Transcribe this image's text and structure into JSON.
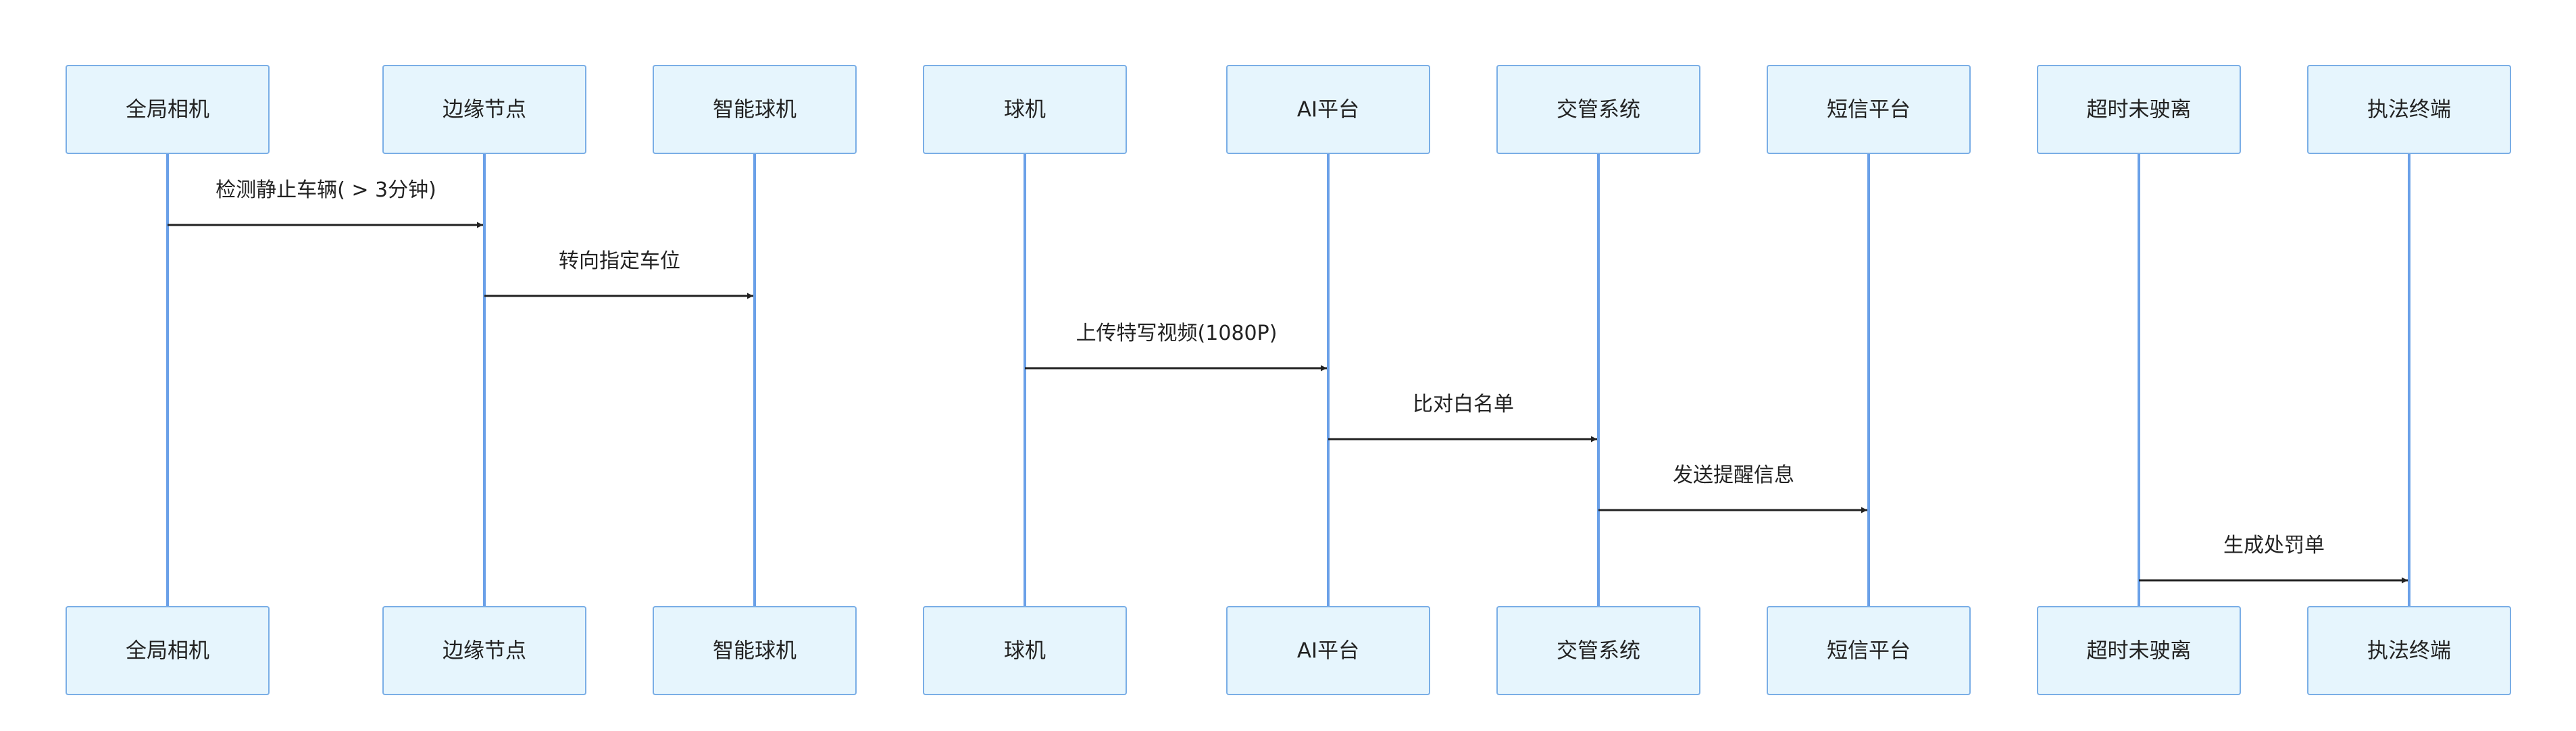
{
  "participants": [
    {
      "id": "global-camera",
      "label": "全局相机"
    },
    {
      "id": "edge-node",
      "label": "边缘节点"
    },
    {
      "id": "smart-dome-camera",
      "label": "智能球机"
    },
    {
      "id": "dome-camera",
      "label": "球机"
    },
    {
      "id": "ai-platform",
      "label": "AI平台"
    },
    {
      "id": "traffic-system",
      "label": "交管系统"
    },
    {
      "id": "sms-platform",
      "label": "短信平台"
    },
    {
      "id": "timeout-not-left",
      "label": "超时未驶离"
    },
    {
      "id": "enforcement-terminal",
      "label": "执法终端"
    }
  ],
  "messages": [
    {
      "from": "global-camera",
      "to": "edge-node",
      "label": "检测静止车辆( > 3分钟)"
    },
    {
      "from": "edge-node",
      "to": "smart-dome-camera",
      "label": "转向指定车位"
    },
    {
      "from": "dome-camera",
      "to": "ai-platform",
      "label": "上传特写视频(1080P)"
    },
    {
      "from": "ai-platform",
      "to": "traffic-system",
      "label": "比对白名单"
    },
    {
      "from": "traffic-system",
      "to": "sms-platform",
      "label": "发送提醒信息"
    },
    {
      "from": "timeout-not-left",
      "to": "enforcement-terminal",
      "label": "生成处罚单"
    }
  ],
  "colors": {
    "box_fill": "#e6f5fd",
    "box_stroke": "#7aaee6",
    "lifeline": "#6aa0e8",
    "message": "#222222"
  }
}
